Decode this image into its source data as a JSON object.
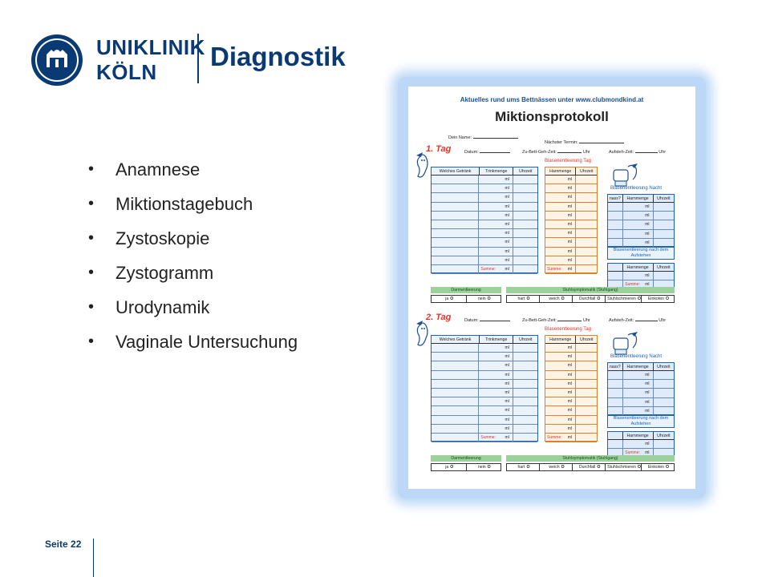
{
  "brand": {
    "line1": "UNIKLINIK",
    "line2": "KÖLN"
  },
  "slide": {
    "title": "Diagnostik"
  },
  "bullets": [
    "Anamnese",
    "Miktionstagebuch",
    "Zystoskopie",
    "Zystogramm",
    "Urodynamik",
    "Vaginale Untersuchung"
  ],
  "footer": {
    "page": "Seite 22"
  },
  "protocol": {
    "header": "Aktuelles rund ums Bettnässen unter www.clubmondkind.at",
    "title": "Miktionsprotokoll",
    "name_label": "Dein Name:",
    "next_label": "Nächster Termin:",
    "datum": "Datum:",
    "bett": "Zu-Bett-Geh-Zeit:",
    "auf": "Aufsteh-Zeit:",
    "uhr": "Uhr",
    "day1": "1. Tag",
    "day2": "2. Tag",
    "blase_tag": "Blasenentleerung Tag",
    "blase_nacht": "Blasenentleerung Nacht",
    "blase_nach": "Blasenentleerung nach dem Aufstehen",
    "col_getraenk": "Welches Getränk",
    "col_trink": "Trinkmenge",
    "col_uhr": "Uhrzeit",
    "col_harn": "Harnmenge",
    "col_nass": "nass?",
    "ml": "ml",
    "summe": "Summe:",
    "darm": "Darmentleerung",
    "stuhl1": "Stuhlsymptomatik (Stuhlgang)",
    "stuhl2": "Stuhlsymptomatik (Stuhlgang)",
    "ja": "ja",
    "nein": "nein",
    "hart": "hart",
    "weich": "weich",
    "durchfall": "Durchfall",
    "schmieren": "Stuhlschmieren",
    "einkoten": "Einkoten",
    "circle": "O"
  }
}
